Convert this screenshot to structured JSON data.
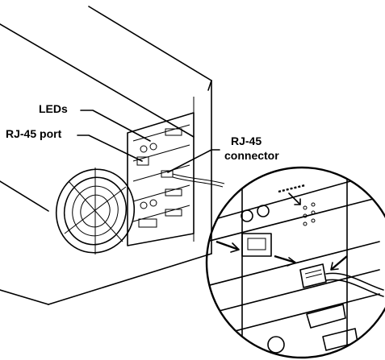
{
  "callouts": {
    "leds": "LEDs",
    "rj45_port": "RJ-45 port",
    "rj45_connector_line1": "RJ-45",
    "rj45_connector_line2": "connector"
  },
  "colors": {
    "stroke": "#000000",
    "background": "#ffffff",
    "gray": "#9a9a9a"
  }
}
